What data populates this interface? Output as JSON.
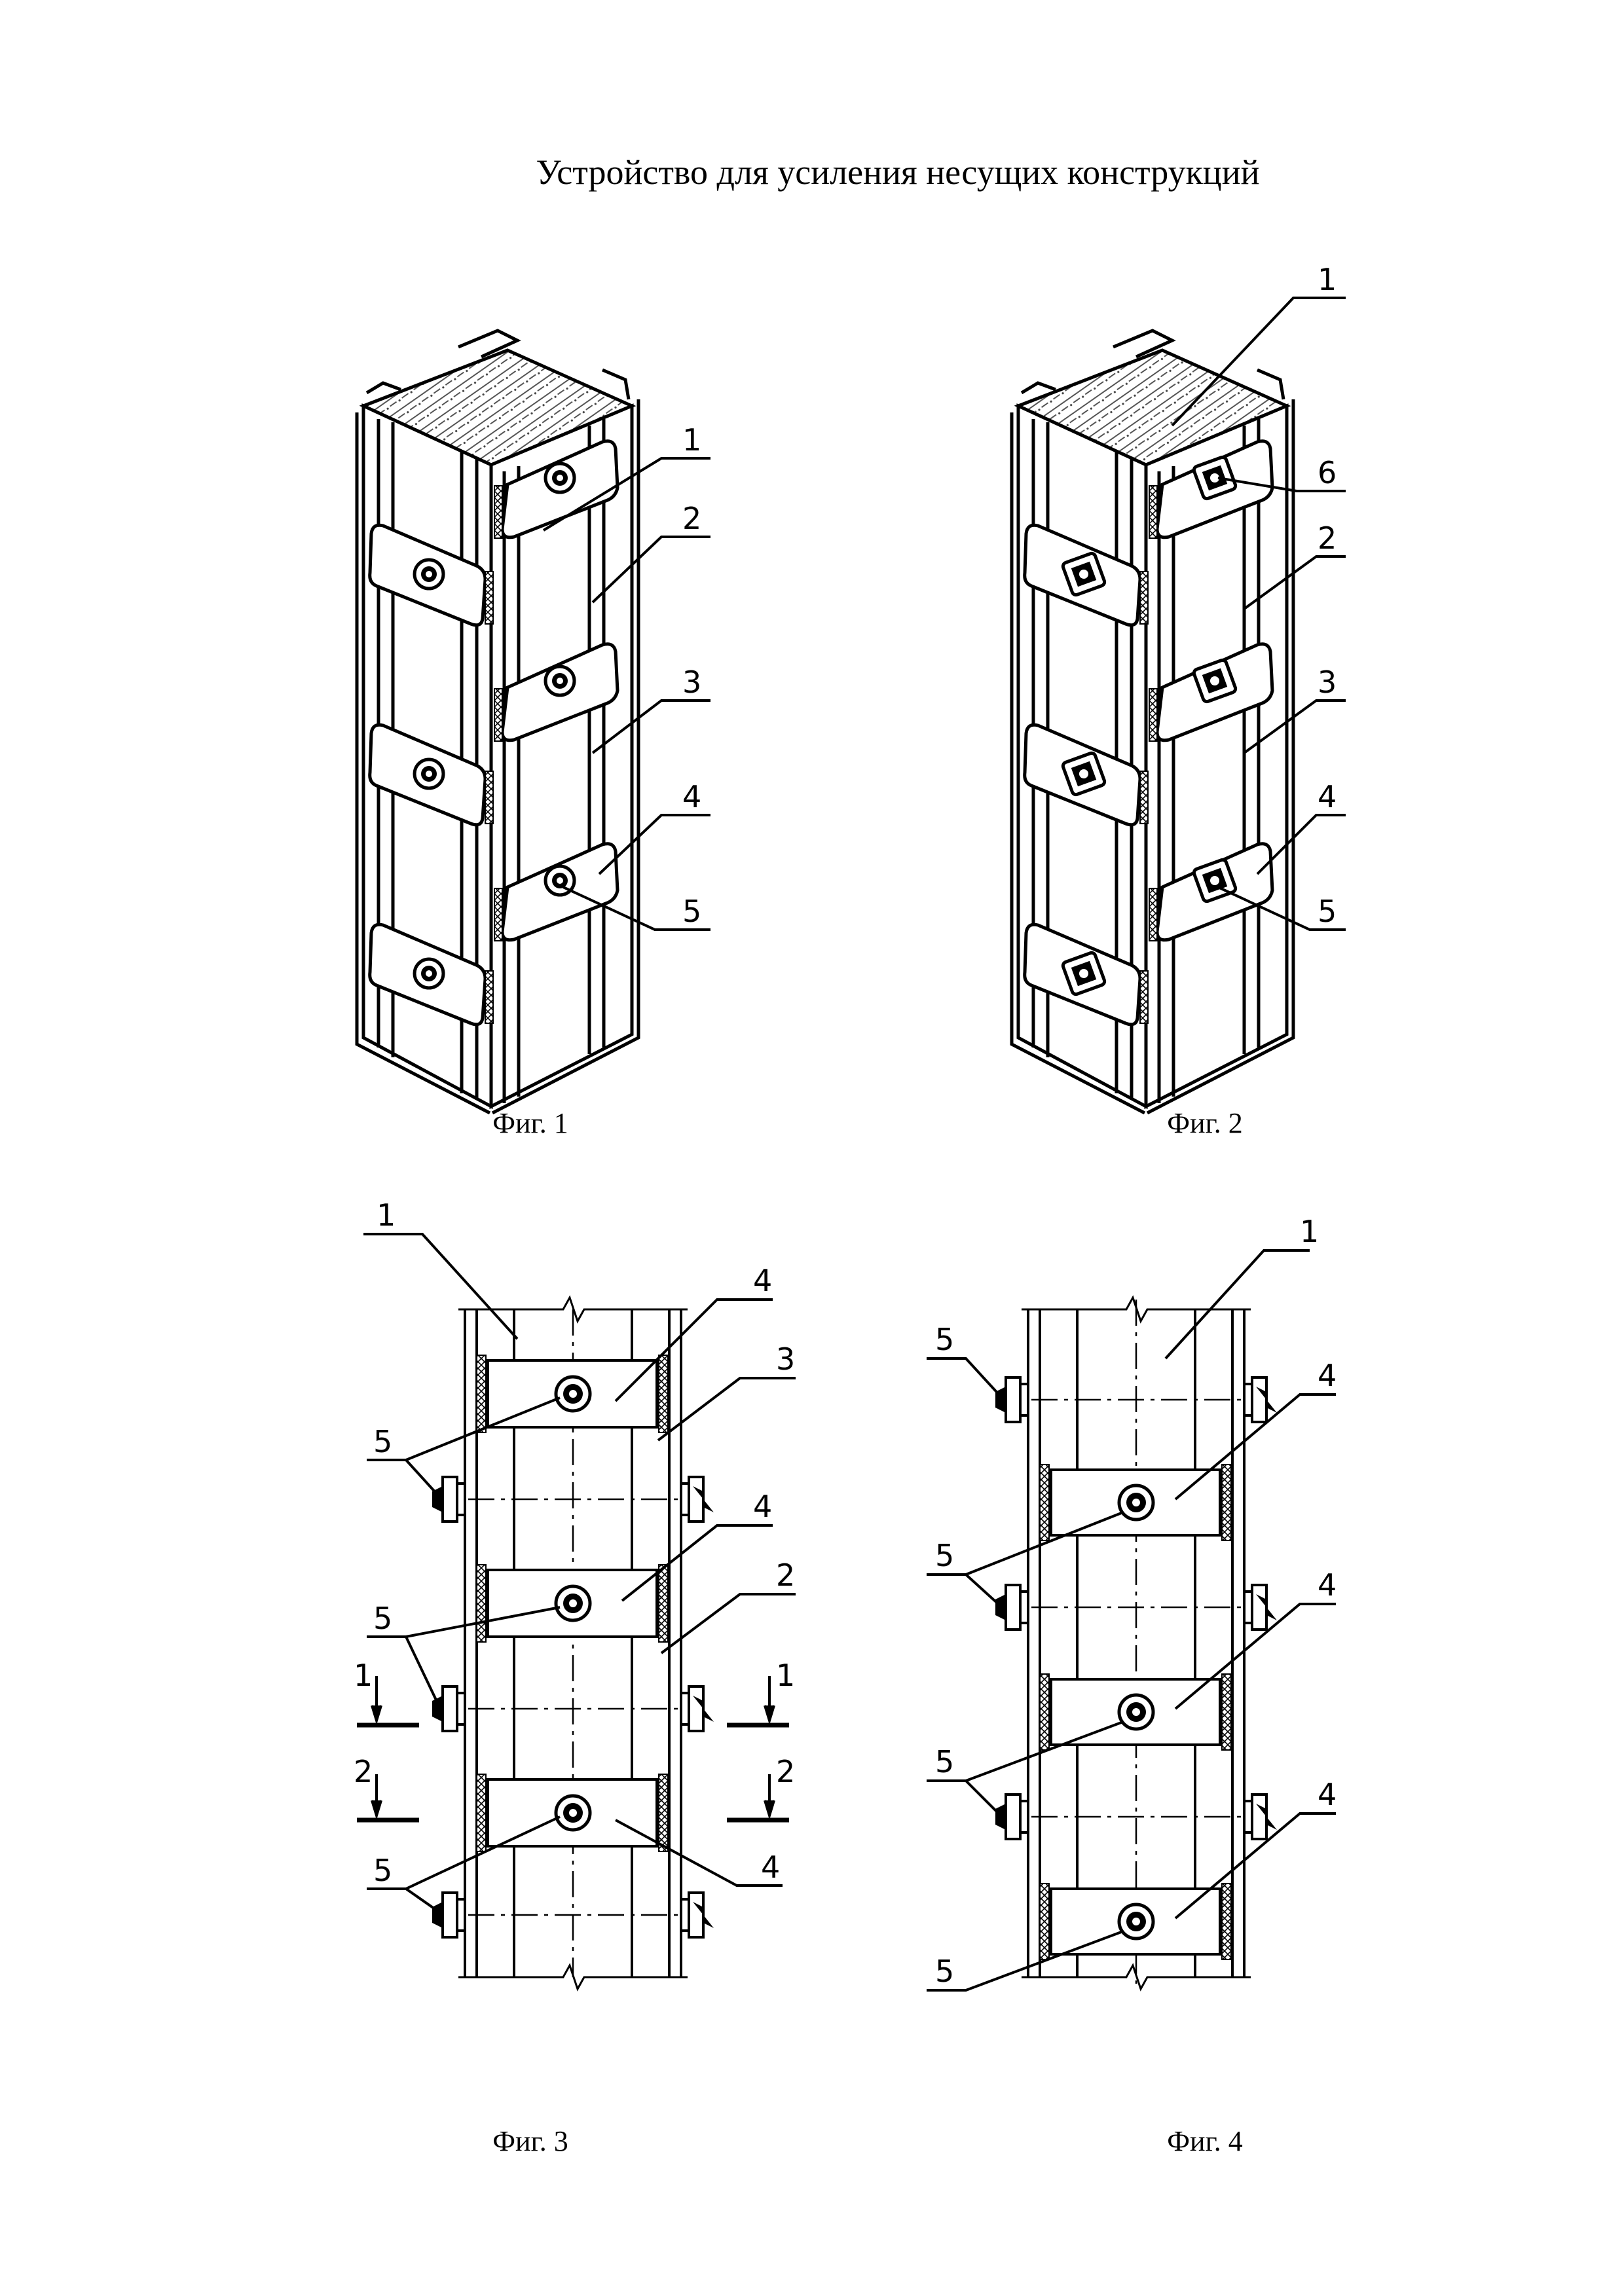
{
  "title": "Устройство для усиления несущих конструкций",
  "captions": [
    "Фиг. 1",
    "Фиг. 2",
    "Фиг. 3",
    "Фиг. 4"
  ],
  "labels": {
    "one": "1",
    "two": "2",
    "three": "3",
    "four": "4",
    "five": "5",
    "six": "6"
  },
  "colors": {
    "ink": "#000000",
    "paper": "#ffffff",
    "hatch": "#555555"
  }
}
